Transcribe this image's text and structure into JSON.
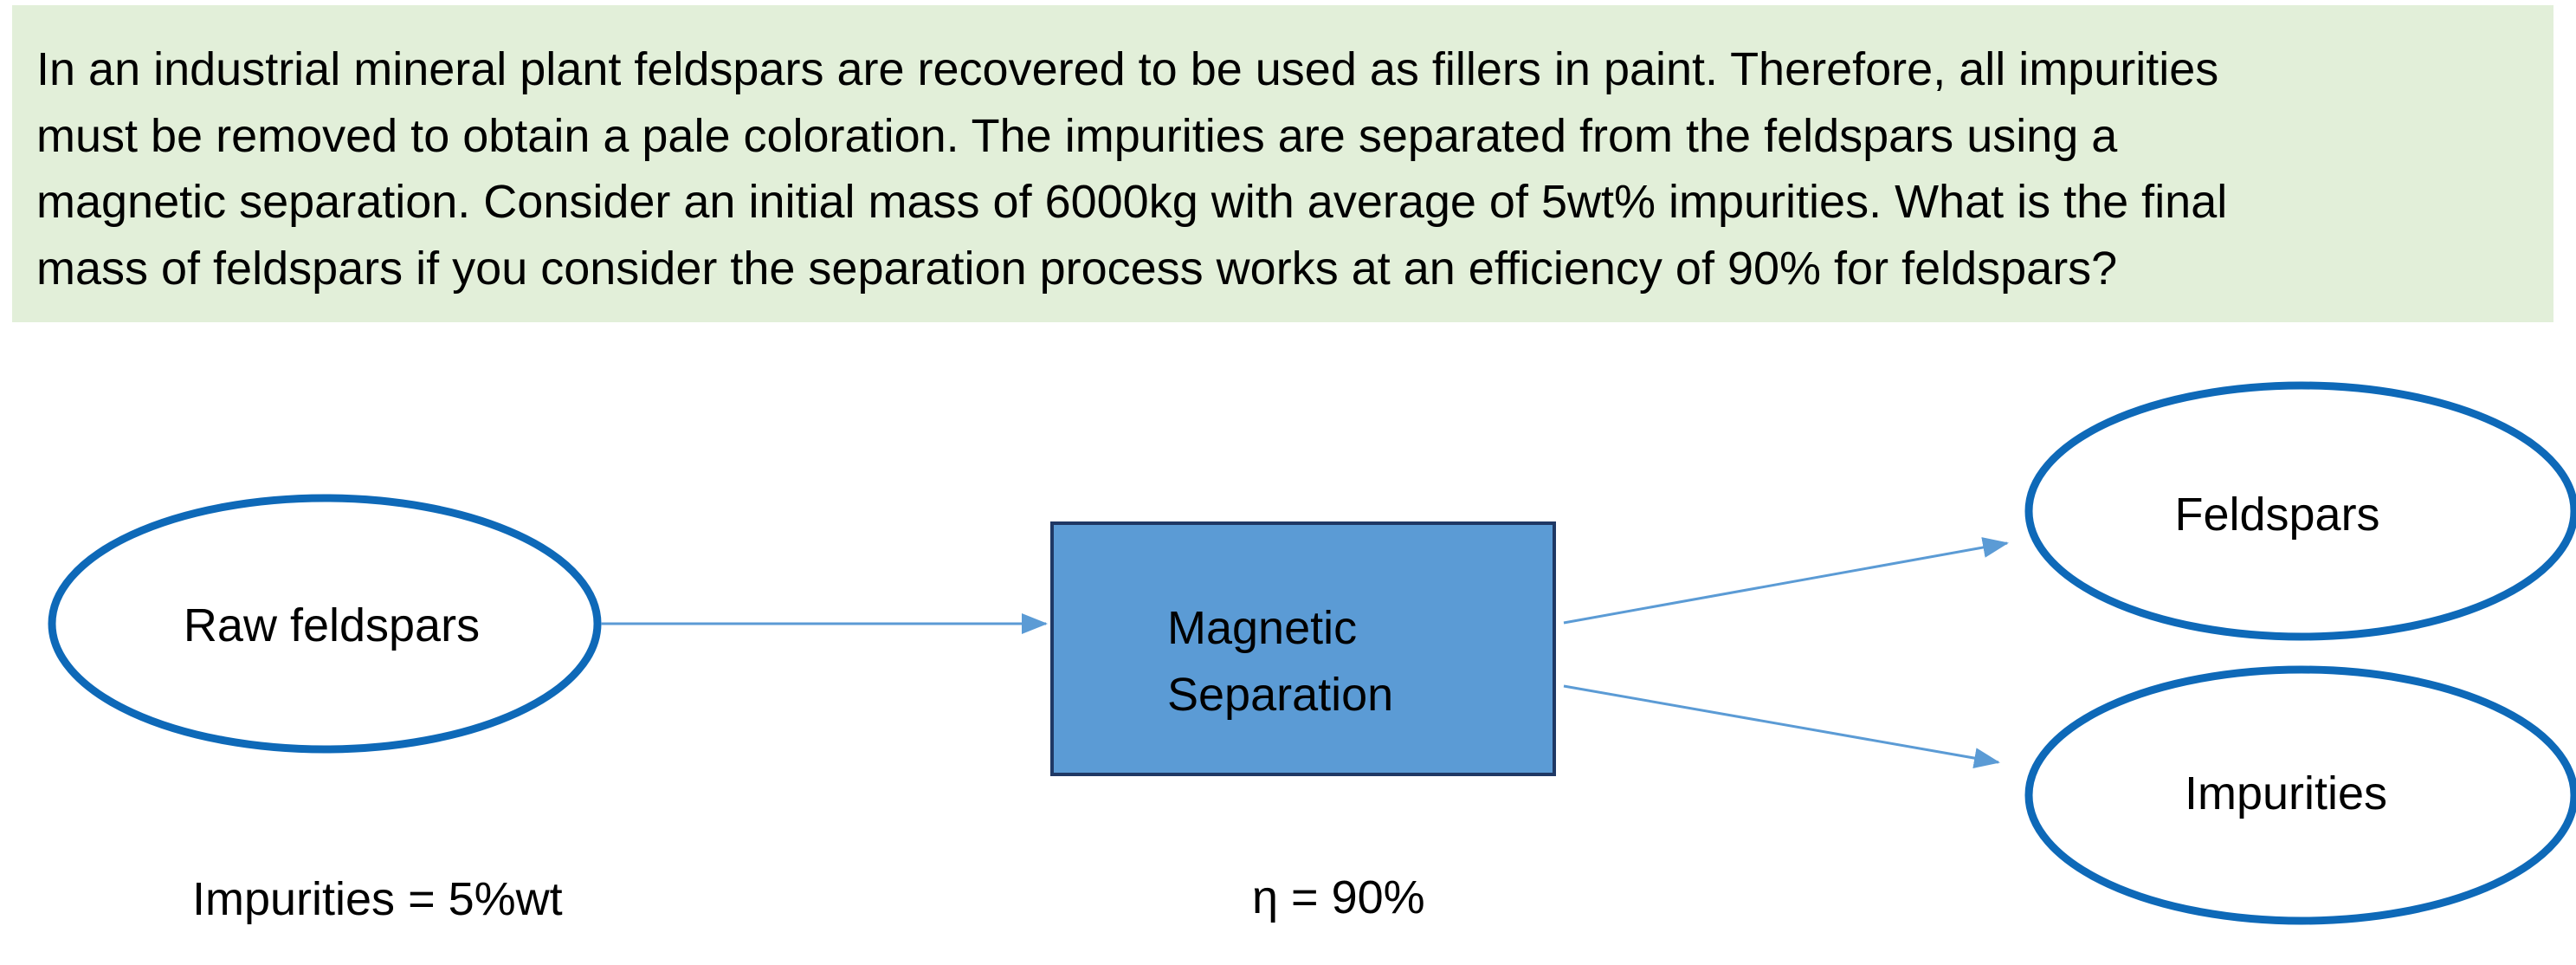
{
  "problem": {
    "lines": [
      "In an industrial mineral plant feldspars are recovered to be used as fillers in paint. Therefore, all impurities",
      "must be removed to obtain a pale coloration. The impurities are separated from the feldspars using a",
      "magnetic separation. Consider an initial mass of 6000kg with average of 5wt% impurities. What is the final",
      "mass of feldspars if you consider the separation process works at an efficiency of 90% for feldspars?"
    ],
    "background_color": "#e2efd9"
  },
  "diagram": {
    "input_node": {
      "label": "Raw feldspars"
    },
    "process_node": {
      "label_line1": "Magnetic",
      "label_line2": "Separation",
      "fill_color": "#5b9bd5",
      "border_color": "#1f3864"
    },
    "output_top": {
      "label": "Feldspars"
    },
    "output_bottom": {
      "label": "Impurities"
    },
    "ellipse_stroke_color": "#0e69b8",
    "arrow_color": "#5b9bd5",
    "impurities_note": "Impurities = 5%wt",
    "efficiency_note": "η = 90%"
  }
}
